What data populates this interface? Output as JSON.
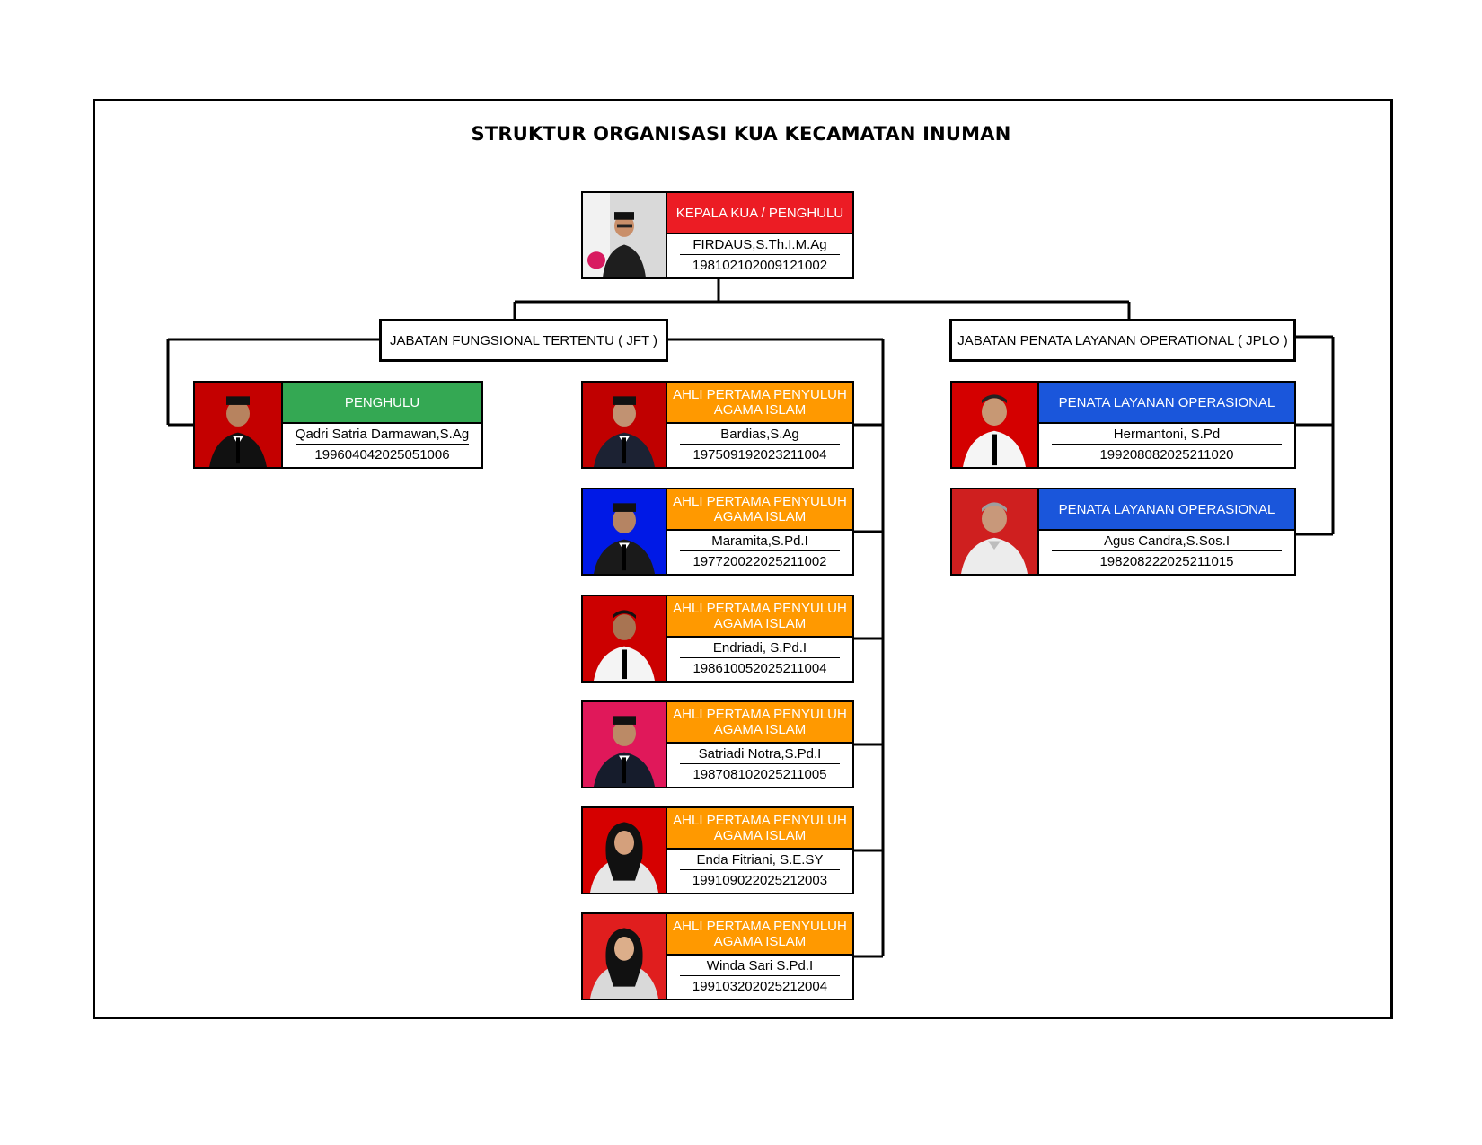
{
  "title": "STRUKTUR ORGANISASI KUA KECAMATAN INUMAN",
  "colors": {
    "head_red": "#ec1c24",
    "head_green": "#34a853",
    "head_orange": "#ff9900",
    "head_blue": "#1a56db",
    "line": "#000000"
  },
  "head": {
    "role": "KEPALA KUA / PENGHULU",
    "name": "FIRDAUS,S.Th.I.M.Ag",
    "nip": "198102102009121002"
  },
  "groups": {
    "jft": "JABATAN FUNGSIONAL TERTENTU ( JFT )",
    "jplo": "JABATAN PENATA LAYANAN OPERATIONAL ( JPLO )"
  },
  "penghulu": {
    "role": "PENGHULU",
    "name": "Qadri Satria Darmawan,S.Ag",
    "nip": "199604042025051006"
  },
  "penyuluh": [
    {
      "role": "AHLI PERTAMA PENYULUH AGAMA ISLAM",
      "name": "Bardias,S.Ag",
      "nip": "197509192023211004"
    },
    {
      "role": "AHLI PERTAMA PENYULUH AGAMA ISLAM",
      "name": "Maramita,S.Pd.I",
      "nip": "197720022025211002"
    },
    {
      "role": "AHLI PERTAMA PENYULUH AGAMA ISLAM",
      "name": "Endriadi, S.Pd.I",
      "nip": "198610052025211004"
    },
    {
      "role": "AHLI PERTAMA PENYULUH AGAMA ISLAM",
      "name": "Satriadi Notra,S.Pd.I",
      "nip": "198708102025211005"
    },
    {
      "role": "AHLI PERTAMA PENYULUH AGAMA ISLAM",
      "name": "Enda Fitriani, S.E.SY",
      "nip": "199109022025212003"
    },
    {
      "role": "AHLI PERTAMA PENYULUH AGAMA ISLAM",
      "name": "Winda Sari S.Pd.I",
      "nip": "199103202025212004"
    }
  ],
  "operasional": [
    {
      "role": "PENATA LAYANAN OPERASIONAL",
      "name": "Hermantoni, S.Pd",
      "nip": "199208082025211020"
    },
    {
      "role": "PENATA LAYANAN OPERASIONAL",
      "name": "Agus Candra,S.Sos.I",
      "nip": "198208222025211015"
    }
  ]
}
